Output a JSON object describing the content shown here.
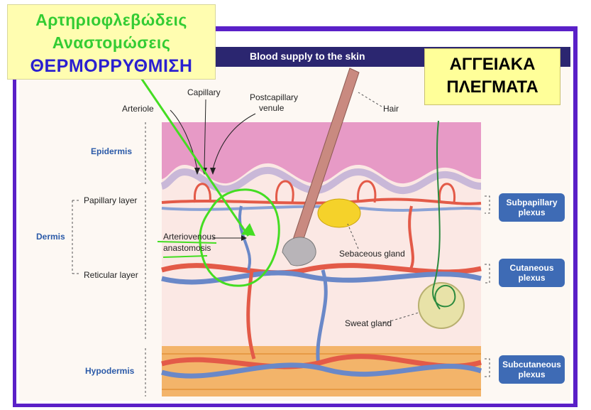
{
  "annotation_greek": {
    "line1": "Αρτηριοφλεβώδεις",
    "line2": "Αναστομώσεις",
    "line3": "ΘΕΡΜΟΡΡΥΘΜΙΣΗ"
  },
  "annotation_plexus": {
    "line1": "ΑΓΓΕΙΑΚΑ",
    "line2": "ΠΛΕΓΜΑΤΑ"
  },
  "header": {
    "title": "Blood supply to the skin"
  },
  "labels": {
    "capillary": "Capillary",
    "postcapillary_1": "Postcapillary",
    "postcapillary_2": "venule",
    "arteriole": "Arteriole",
    "hair": "Hair",
    "epidermis": "Epidermis",
    "papillary_layer": "Papillary layer",
    "dermis": "Dermis",
    "reticular_layer": "Reticular layer",
    "anastomosis_1": "Arteriovenous",
    "anastomosis_2": "anastomosis",
    "sebaceous_gland": "Sebaceous gland",
    "sweat_gland": "Sweat gland",
    "hypodermis": "Hypodermis"
  },
  "plexus_buttons": {
    "subpapillary_1": "Subpapillary",
    "subpapillary_2": "plexus",
    "cutaneous_1": "Cutaneous",
    "cutaneous_2": "plexus",
    "subcutaneous_1": "Subcutaneous",
    "subcutaneous_2": "plexus"
  },
  "colors": {
    "frame": "#5a20c8",
    "header": "#2b2670",
    "greek_green": "#33cc33",
    "greek_blue": "#2a1fd0",
    "button": "#3e6bb5",
    "artery": "#d84a3a",
    "vein": "#6a88c8",
    "epidermis": "#e18fc0",
    "hypodermis": "#f2b368",
    "annotation_green": "#44dd22"
  }
}
